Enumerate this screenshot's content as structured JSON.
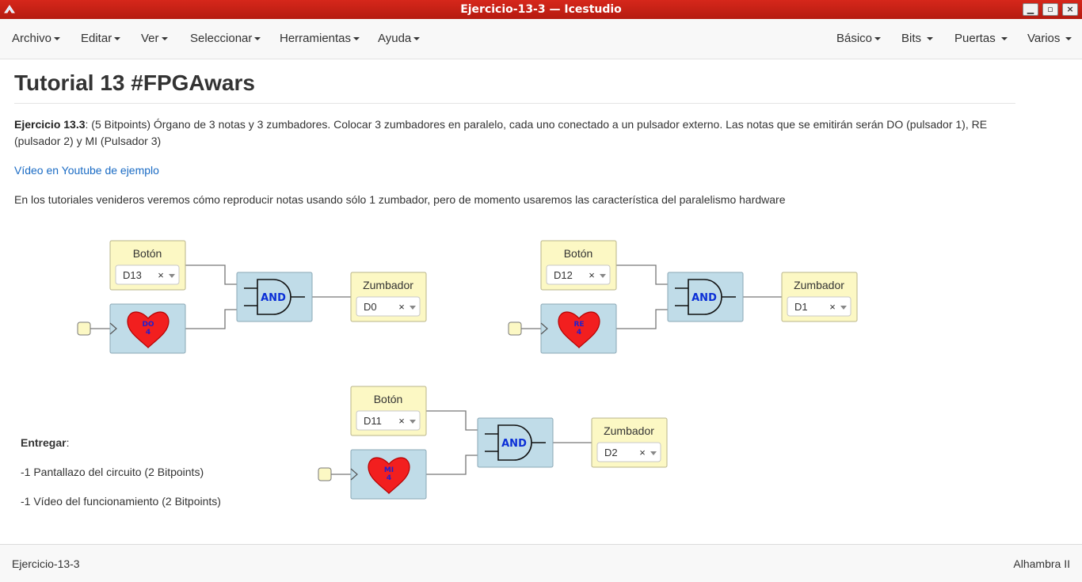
{
  "window": {
    "title": "Ejercicio-13-3 — Icestudio"
  },
  "menubar": {
    "left": [
      "Archivo",
      "Editar",
      "Ver",
      "Seleccionar",
      "Herramientas",
      "Ayuda"
    ],
    "right": [
      "Básico",
      "Bits",
      "Puertas",
      "Varios"
    ]
  },
  "content": {
    "heading": "Tutorial 13 #FPGAwars",
    "exercise_label": "Ejercicio 13.3",
    "exercise_text": ": (5 Bitpoints) Órgano de 3 notas y 3 zumbadores. Colocar 3 zumbadores en paralelo, cada uno conectado a un pulsador externo. Las notas que se emitirán serán DO (pulsador 1), RE (pulsador 2) y MI (Pulsador 3)",
    "video_link": "Vídeo en Youtube de ejemplo",
    "note": "En los tutoriales venideros veremos cómo reproducir notas usando sólo 1 zumbador, pero de momento usaremos las característica del paralelismo hardware",
    "deliver_label": "Entregar",
    "deliver_items": [
      "-1 Pantallazo del circuito (2 Bitpoints)",
      "-1 Vídeo del funcionamiento (2 Bitpoints)"
    ]
  },
  "circuit": {
    "button_label": "Botón",
    "buzzer_label": "Zumbador",
    "gate_label": "AND",
    "clear_glyph": "×",
    "groups": [
      {
        "button_pin": "D13",
        "note_line1": "DO",
        "note_line2": "4",
        "buzzer_pin": "D0"
      },
      {
        "button_pin": "D12",
        "note_line1": "RE",
        "note_line2": "4",
        "buzzer_pin": "D1"
      },
      {
        "button_pin": "D11",
        "note_line1": "MI",
        "note_line2": "4",
        "buzzer_pin": "D2"
      }
    ]
  },
  "footer": {
    "project": "Ejercicio-13-3",
    "board": "Alhambra II"
  },
  "colors": {
    "titlebar": "#c62218",
    "input_block": "#fcf8c4",
    "note_block": "#c0dce8",
    "heart": "#f21f1f",
    "and_text": "#0b2fd6",
    "link": "#1a6bc4"
  }
}
